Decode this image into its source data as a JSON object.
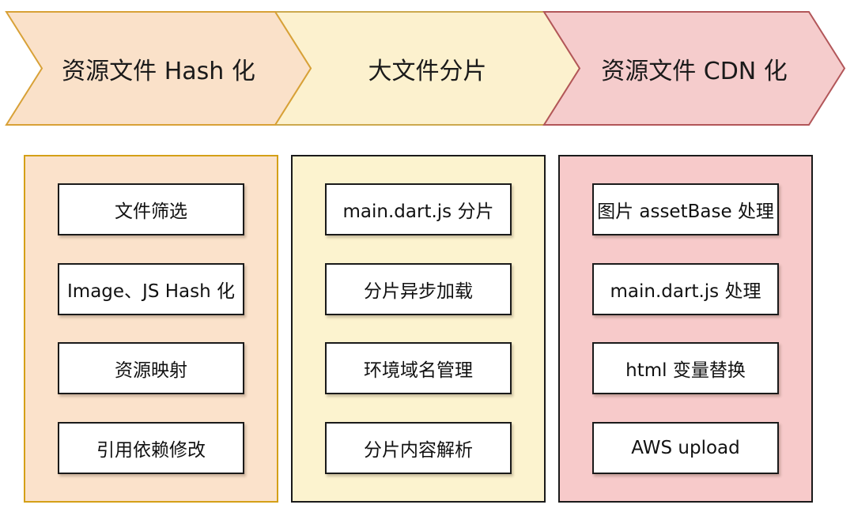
{
  "banners": [
    {
      "label": "资源文件 Hash 化",
      "fill": "#FAE1C9",
      "border": "#D8A137"
    },
    {
      "label": "大文件分片",
      "fill": "#FCF1CE",
      "border": "#CCA94E"
    },
    {
      "label": "资源文件 CDN 化",
      "fill": "#F5CCCC",
      "border": "#B25659"
    }
  ],
  "panels": [
    {
      "fill": "#FBE2CB",
      "border": "#D4A017",
      "items": [
        "文件筛选",
        "Image、JS Hash 化",
        "资源映射",
        "引用依赖修改"
      ]
    },
    {
      "fill": "#FCF3CF",
      "border": "#1A1A1A",
      "items": [
        "main.dart.js 分片",
        "分片异步加载",
        "环境域名管理",
        "分片内容解析"
      ]
    },
    {
      "fill": "#F7CACA",
      "border": "#1A1A1A",
      "items": [
        "图片 assetBase 处理",
        "main.dart.js 处理",
        "html 变量替换",
        "AWS upload"
      ]
    }
  ]
}
